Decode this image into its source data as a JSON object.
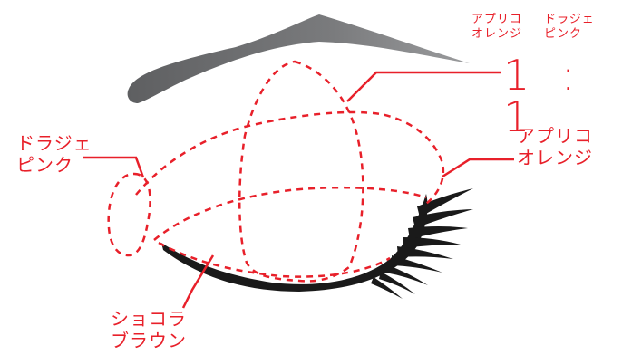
{
  "labels": {
    "ratio_left_line1": "アプリコ",
    "ratio_left_line2": "オレンジ",
    "ratio_right_line1": "ドラジェ",
    "ratio_right_line2": "ピンク",
    "ratio": "1 : 1",
    "left_line1": "ドラジェ",
    "left_line2": "ピンク",
    "right_line1": "アプリコ",
    "right_line2": "オレンジ",
    "bottom_line1": "ショコラ",
    "bottom_line2": "ブラウン"
  },
  "colors": {
    "accent_red": "#e8202a",
    "brow_gray": "#6d6e70",
    "lash_black": "#1a1a1a"
  }
}
